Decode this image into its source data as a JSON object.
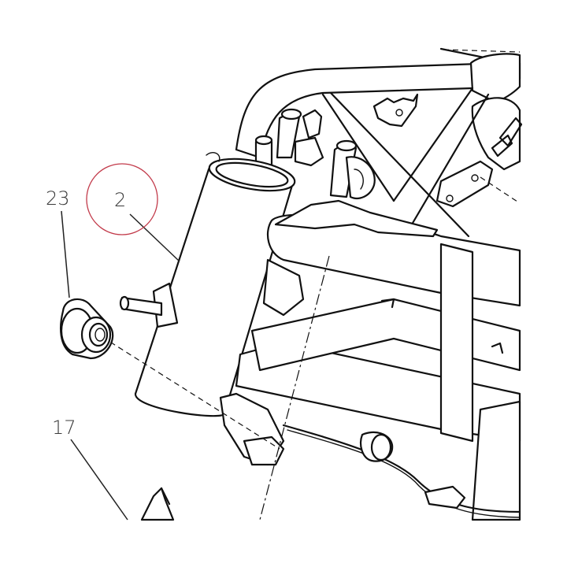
{
  "callouts": [
    {
      "id": "23",
      "label": "23"
    },
    {
      "id": "2",
      "label": "2"
    },
    {
      "id": "17",
      "label": "17"
    }
  ],
  "colors": {
    "line": "#111111",
    "label": "#3a3a3a",
    "highlight_circle": "#c23a4a",
    "background": "#ffffff"
  }
}
